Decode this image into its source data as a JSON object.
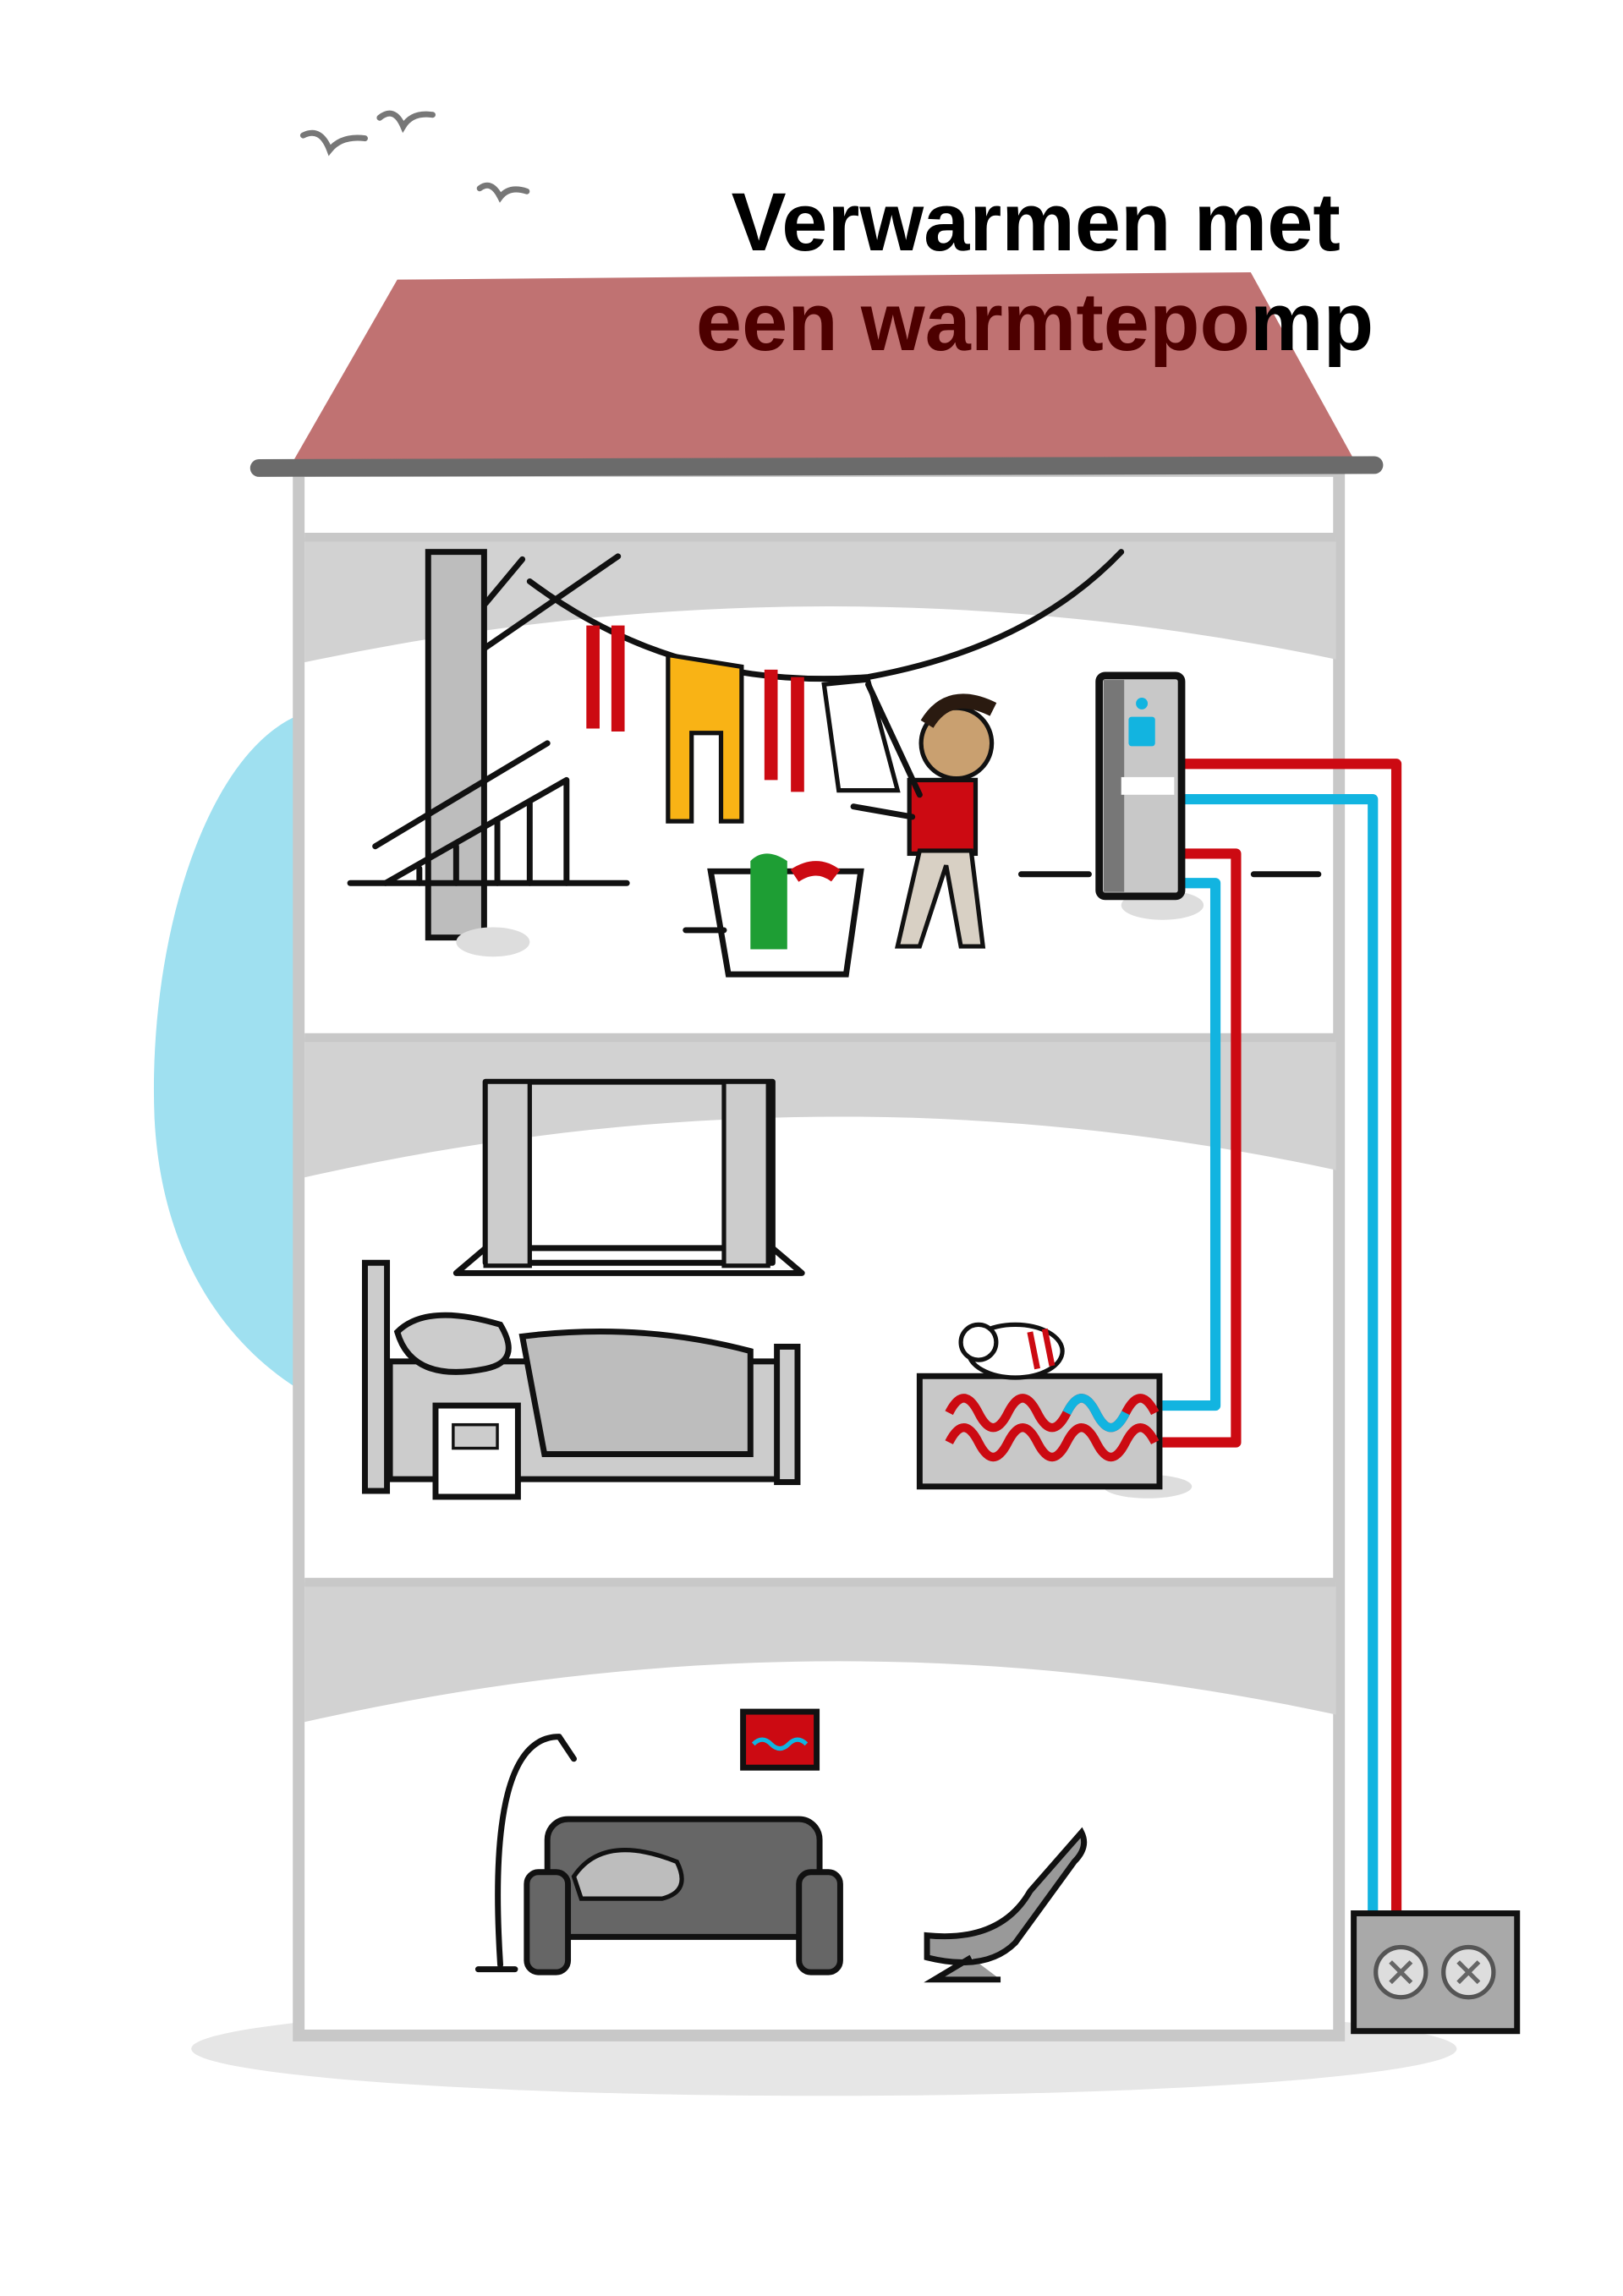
{
  "title": {
    "line1": "Verwarmen met",
    "line2_part1": "een warmtepo",
    "line2_part2": "mp"
  },
  "colors": {
    "roof": "#c07272",
    "title_dark_red": "#4d0000",
    "hot_pipe": "#cc0a12",
    "cold_pipe": "#12b4e0",
    "wall": "#c8c8c8",
    "ceiling": "#d2d2d2",
    "cold_air": "#9fe0f0"
  },
  "icons": [
    "birds",
    "heat-pump-indoor-unit",
    "radiator",
    "outdoor-heat-pump",
    "cat",
    "person-hanging-laundry"
  ]
}
